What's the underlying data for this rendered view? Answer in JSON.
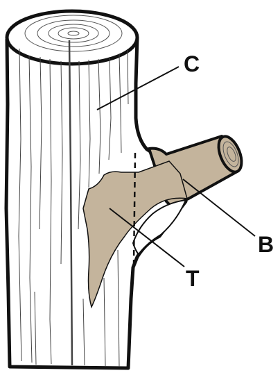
{
  "labels": {
    "c": "C",
    "b": "B",
    "t": "T"
  },
  "colors": {
    "outline": "#111111",
    "wood": "#ffffff",
    "branch": "#c4b49c",
    "grain": "#444444"
  }
}
